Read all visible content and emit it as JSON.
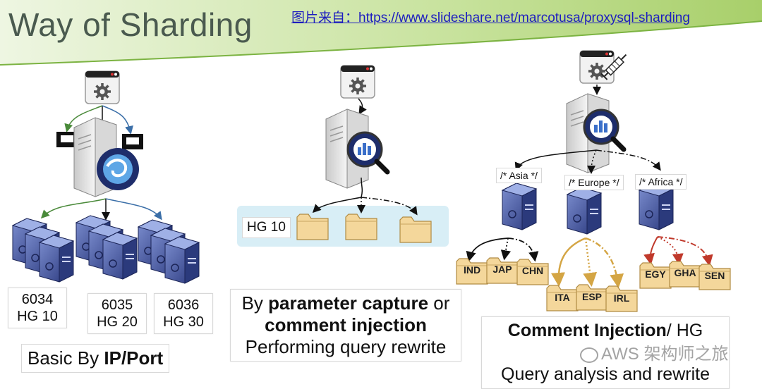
{
  "title": "Way of Sharding",
  "source_link": "图片来自：https://www.slideshare.net/marcotusa/proxysql-sharding",
  "panel_left": {
    "ports": [
      {
        "port": "6034",
        "hg": "HG 10"
      },
      {
        "port": "6035",
        "hg": "HG 20"
      },
      {
        "port": "6036",
        "hg": "HG 30"
      }
    ],
    "caption_plain": "Basic By ",
    "caption_bold": "IP/Port"
  },
  "panel_middle": {
    "hg_label": "HG 10",
    "caption_line1_plain": "By ",
    "caption_line1_bold": "parameter capture",
    "caption_line1_tail": " or",
    "caption_line2_bold": "comment injection",
    "caption_line3": "Performing query rewrite"
  },
  "panel_right": {
    "comments": [
      "/* Asia */",
      "/* Europe */",
      "/* Africa */"
    ],
    "asia_folders": [
      "IND",
      "JAP",
      "CHN"
    ],
    "europe_folders": [
      "ITA",
      "ESP",
      "IRL"
    ],
    "africa_folders": [
      "EGY",
      "GHA",
      "SEN"
    ],
    "caption_line1_bold": "Comment Injection",
    "caption_line1_tail": "/ HG",
    "caption_line2": "Query analysis and rewrite"
  },
  "watermark": "AWS 架构师之旅",
  "colors": {
    "banner_green": "#a8cf6a",
    "title_gray": "#4a5a4f",
    "link_blue": "#1d1dbf",
    "folder": "#f4d79b",
    "server_blue": "#3a4a8a",
    "panel_bg": "#d8eef6",
    "arrow_orange": "#d4a544",
    "arrow_red": "#c0392b"
  }
}
